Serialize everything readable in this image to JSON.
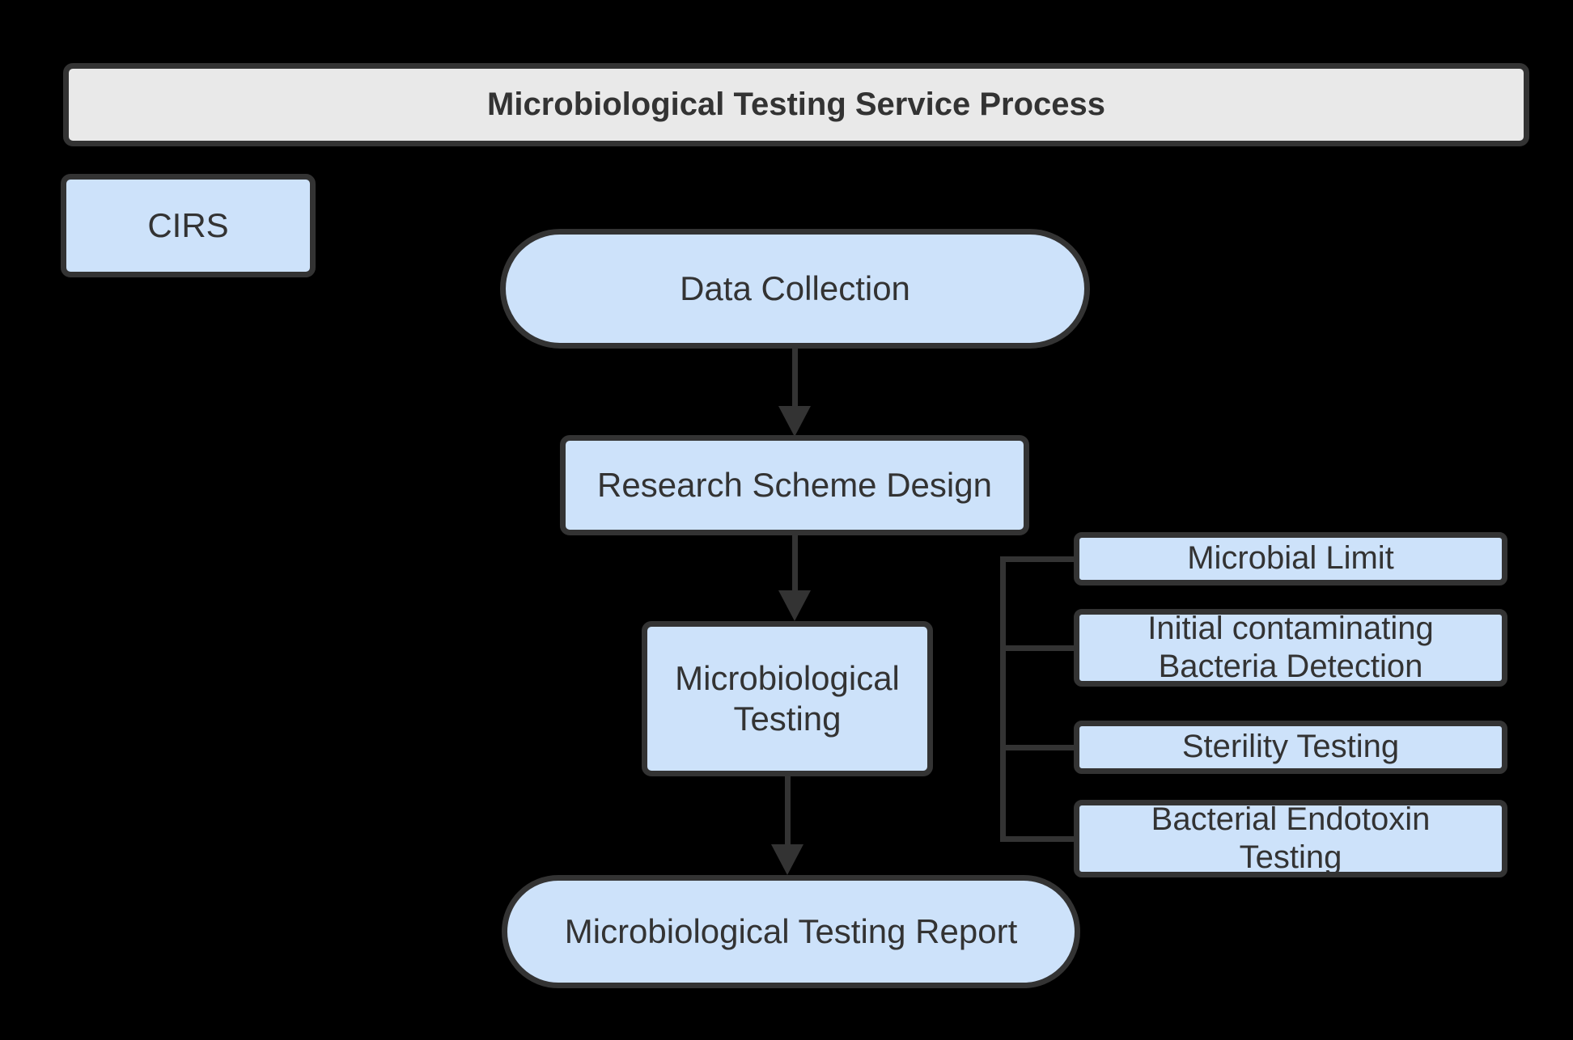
{
  "title": {
    "label": "Microbiological Testing Service Process"
  },
  "nodes": {
    "cirs": {
      "label": "CIRS"
    },
    "data_collection": {
      "label": "Data Collection"
    },
    "research_scheme_design": {
      "label": "Research Scheme Design"
    },
    "microbiological_testing": {
      "label": "Microbiological Testing"
    },
    "microbiological_testing_report": {
      "label": "Microbiological Testing Report"
    }
  },
  "test_types": {
    "microbial_limit": {
      "label": "Microbial Limit"
    },
    "initial_contaminating_bacteria_detection": {
      "label": "Initial contaminating Bacteria Detection"
    },
    "sterility_testing": {
      "label": "Sterility Testing"
    },
    "bacterial_endotoxin_testing": {
      "label": "Bacterial Endotoxin Testing"
    }
  },
  "colors": {
    "background": "#000000",
    "node_fill": "#cde2fa",
    "node_border": "#333333",
    "title_fill": "#e9e9e9",
    "text": "#333333",
    "line": "#333333"
  }
}
